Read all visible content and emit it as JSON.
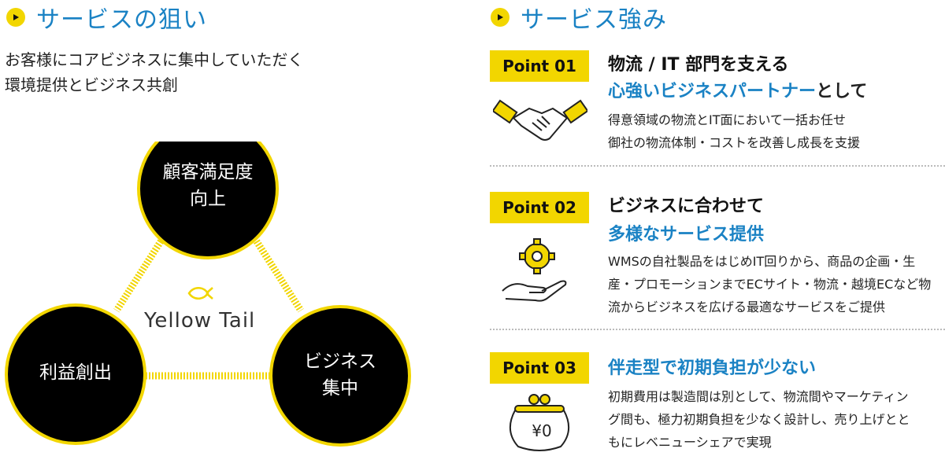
{
  "left": {
    "heading": "サービスの狙い",
    "intro_line1": "お客様にコアビジネスに集中していただく",
    "intro_line2": "環境提供とビジネス共創",
    "circles": {
      "top_line1": "顧客満足度",
      "top_line2": "向上",
      "left_line1": "利益創出",
      "right_line1": "ビジネス",
      "right_line2": "集中"
    },
    "brand": "Yellow Tail"
  },
  "right": {
    "heading": "サービス強み",
    "points": [
      {
        "badge": "Point 01",
        "title_line1": "物流 / IT 部門を支える",
        "title_line2_highlight": "心強いビジネスパートナー",
        "title_line2_rest": "として",
        "desc_line1": "得意領域の物流とIT面において一括お任せ",
        "desc_line2": "御社の物流体制・コストを改善し成長を支援",
        "icon": "handshake-icon"
      },
      {
        "badge": "Point 02",
        "title_line1": "ビジネスに合わせて",
        "title_line2_highlight": "多様なサービス提供",
        "title_line2_rest": "",
        "desc_line1": "WMSの自社製品をはじめIT回りから、商品の企画・生",
        "desc_line2": "産・プロモーションまでECサイト・物流・越境ECなど物",
        "desc_line3": "流からビジネスを広げる最適なサービスをご提供",
        "icon": "gear-hand-icon"
      },
      {
        "badge": "Point 03",
        "title_line2_highlight": "伴走型で初期負担が少ない",
        "desc_line1": "初期費用は製造間は別として、物流間やマーケティン",
        "desc_line2": "グ間も、極力初期負担を少なく設計し、売り上げとと",
        "desc_line3": "もにレベニューシェアで実現",
        "purse_label": "¥0",
        "icon": "purse-icon"
      }
    ]
  },
  "colors": {
    "accent_yellow": "#f2d600",
    "accent_blue": "#1a82c4",
    "circle_black": "#000000"
  }
}
